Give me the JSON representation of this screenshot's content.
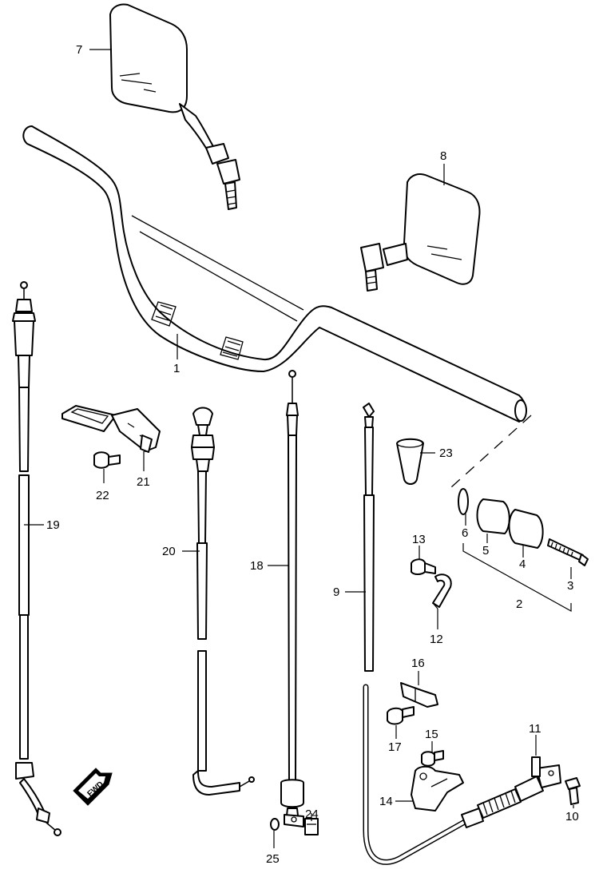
{
  "callouts": [
    {
      "id": "c1",
      "label": "1"
    },
    {
      "id": "c2",
      "label": "2"
    },
    {
      "id": "c3",
      "label": "3"
    },
    {
      "id": "c4",
      "label": "4"
    },
    {
      "id": "c5",
      "label": "5"
    },
    {
      "id": "c6",
      "label": "6"
    },
    {
      "id": "c7",
      "label": "7"
    },
    {
      "id": "c8",
      "label": "8"
    },
    {
      "id": "c9",
      "label": "9"
    },
    {
      "id": "c10",
      "label": "10"
    },
    {
      "id": "c11",
      "label": "11"
    },
    {
      "id": "c12",
      "label": "12"
    },
    {
      "id": "c13",
      "label": "13"
    },
    {
      "id": "c14",
      "label": "14"
    },
    {
      "id": "c15",
      "label": "15"
    },
    {
      "id": "c16",
      "label": "16"
    },
    {
      "id": "c17",
      "label": "17"
    },
    {
      "id": "c18",
      "label": "18"
    },
    {
      "id": "c19",
      "label": "19"
    },
    {
      "id": "c20",
      "label": "20"
    },
    {
      "id": "c21",
      "label": "21"
    },
    {
      "id": "c22",
      "label": "22"
    },
    {
      "id": "c23",
      "label": "23"
    },
    {
      "id": "c24",
      "label": "24"
    },
    {
      "id": "c25",
      "label": "25"
    }
  ],
  "fwd_badge": {
    "label": "FWD",
    "icon": "arrow-fwd-icon"
  }
}
